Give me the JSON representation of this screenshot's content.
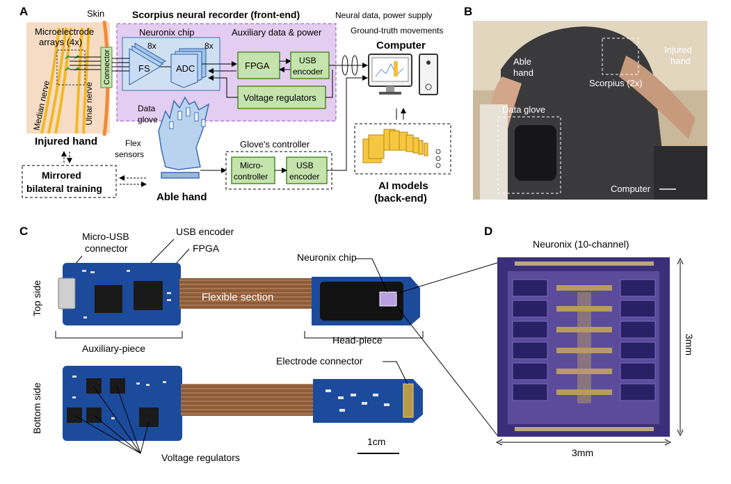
{
  "panels": {
    "a": {
      "letter": "A",
      "skin": "Skin",
      "recorder_title": "Scorpius neural recorder (front-end)",
      "microelectrode_line1": "Microelectrode",
      "microelectrode_line2": "arrays (4x)",
      "connector": "Connector",
      "neuronix_chip": "Neuronix chip",
      "aux_title": "Auxiliary data & power",
      "mult_fs": "8x",
      "mult_adc": "8x",
      "fs": "FS",
      "adc": "ADC",
      "fpga": "FPGA",
      "usb_line1": "USB",
      "usb_line2": "encoder",
      "voltage_regulators": "Voltage regulators",
      "median_nerve": "Median nerve",
      "ulnar_nerve": "Ulnar nerve",
      "injured_hand": "Injured hand",
      "mirrored_line1": "Mirrored",
      "mirrored_line2": "bilateral training",
      "data_glove_line1": "Data",
      "data_glove_line2": "glove",
      "flex_line1": "Flex",
      "flex_line2": "sensors",
      "able_hand": "Able hand",
      "glove_controller": "Glove's controller",
      "micro_line1": "Micro-",
      "micro_line2": "controller",
      "usb2_line1": "USB",
      "usb2_line2": "encoder",
      "neural_data": "Neural data, power supply",
      "ground_truth": "Ground-truth movements",
      "computer": "Computer",
      "ai_line1": "AI models",
      "ai_line2": "(back-end)"
    },
    "b": {
      "letter": "B",
      "able_line1": "Able",
      "able_line2": "hand",
      "injured_line1": "Injured",
      "injured_line2": "hand",
      "scorpius": "Scorpius (2x)",
      "data_glove": "Data glove",
      "computer": "Computer"
    },
    "c": {
      "letter": "C",
      "micro_usb_line1": "Micro-USB",
      "micro_usb_line2": "connector",
      "usb_encoder": "USB encoder",
      "fpga": "FPGA",
      "neuronix_chip": "Neuronix chip",
      "top_side": "Top side",
      "flexible_section": "Flexible section",
      "auxiliary_piece": "Auxiliary-piece",
      "head_piece": "Head-piece",
      "electrode_connector": "Electrode connector",
      "bottom_side": "Bottom side",
      "scale": "1cm",
      "voltage_regulators": "Voltage regulators"
    },
    "d": {
      "letter": "D",
      "title": "Neuronix (10-channel)",
      "dim_right": "3mm",
      "dim_bottom": "3mm"
    }
  },
  "colors": {
    "recorder_bg": "#e3cdf0",
    "chip_bg": "#cfe0f3",
    "green_box": "#c5e3ac",
    "green_border": "#4f8a2b",
    "skin": "#f6dcc4",
    "nerve": "#f2b824",
    "ai_yellow": "#f6c842",
    "pcb_blue": "#1c4b9c",
    "flex_brown": "#8b5a3a",
    "die_purple": "#3b2f7a"
  }
}
